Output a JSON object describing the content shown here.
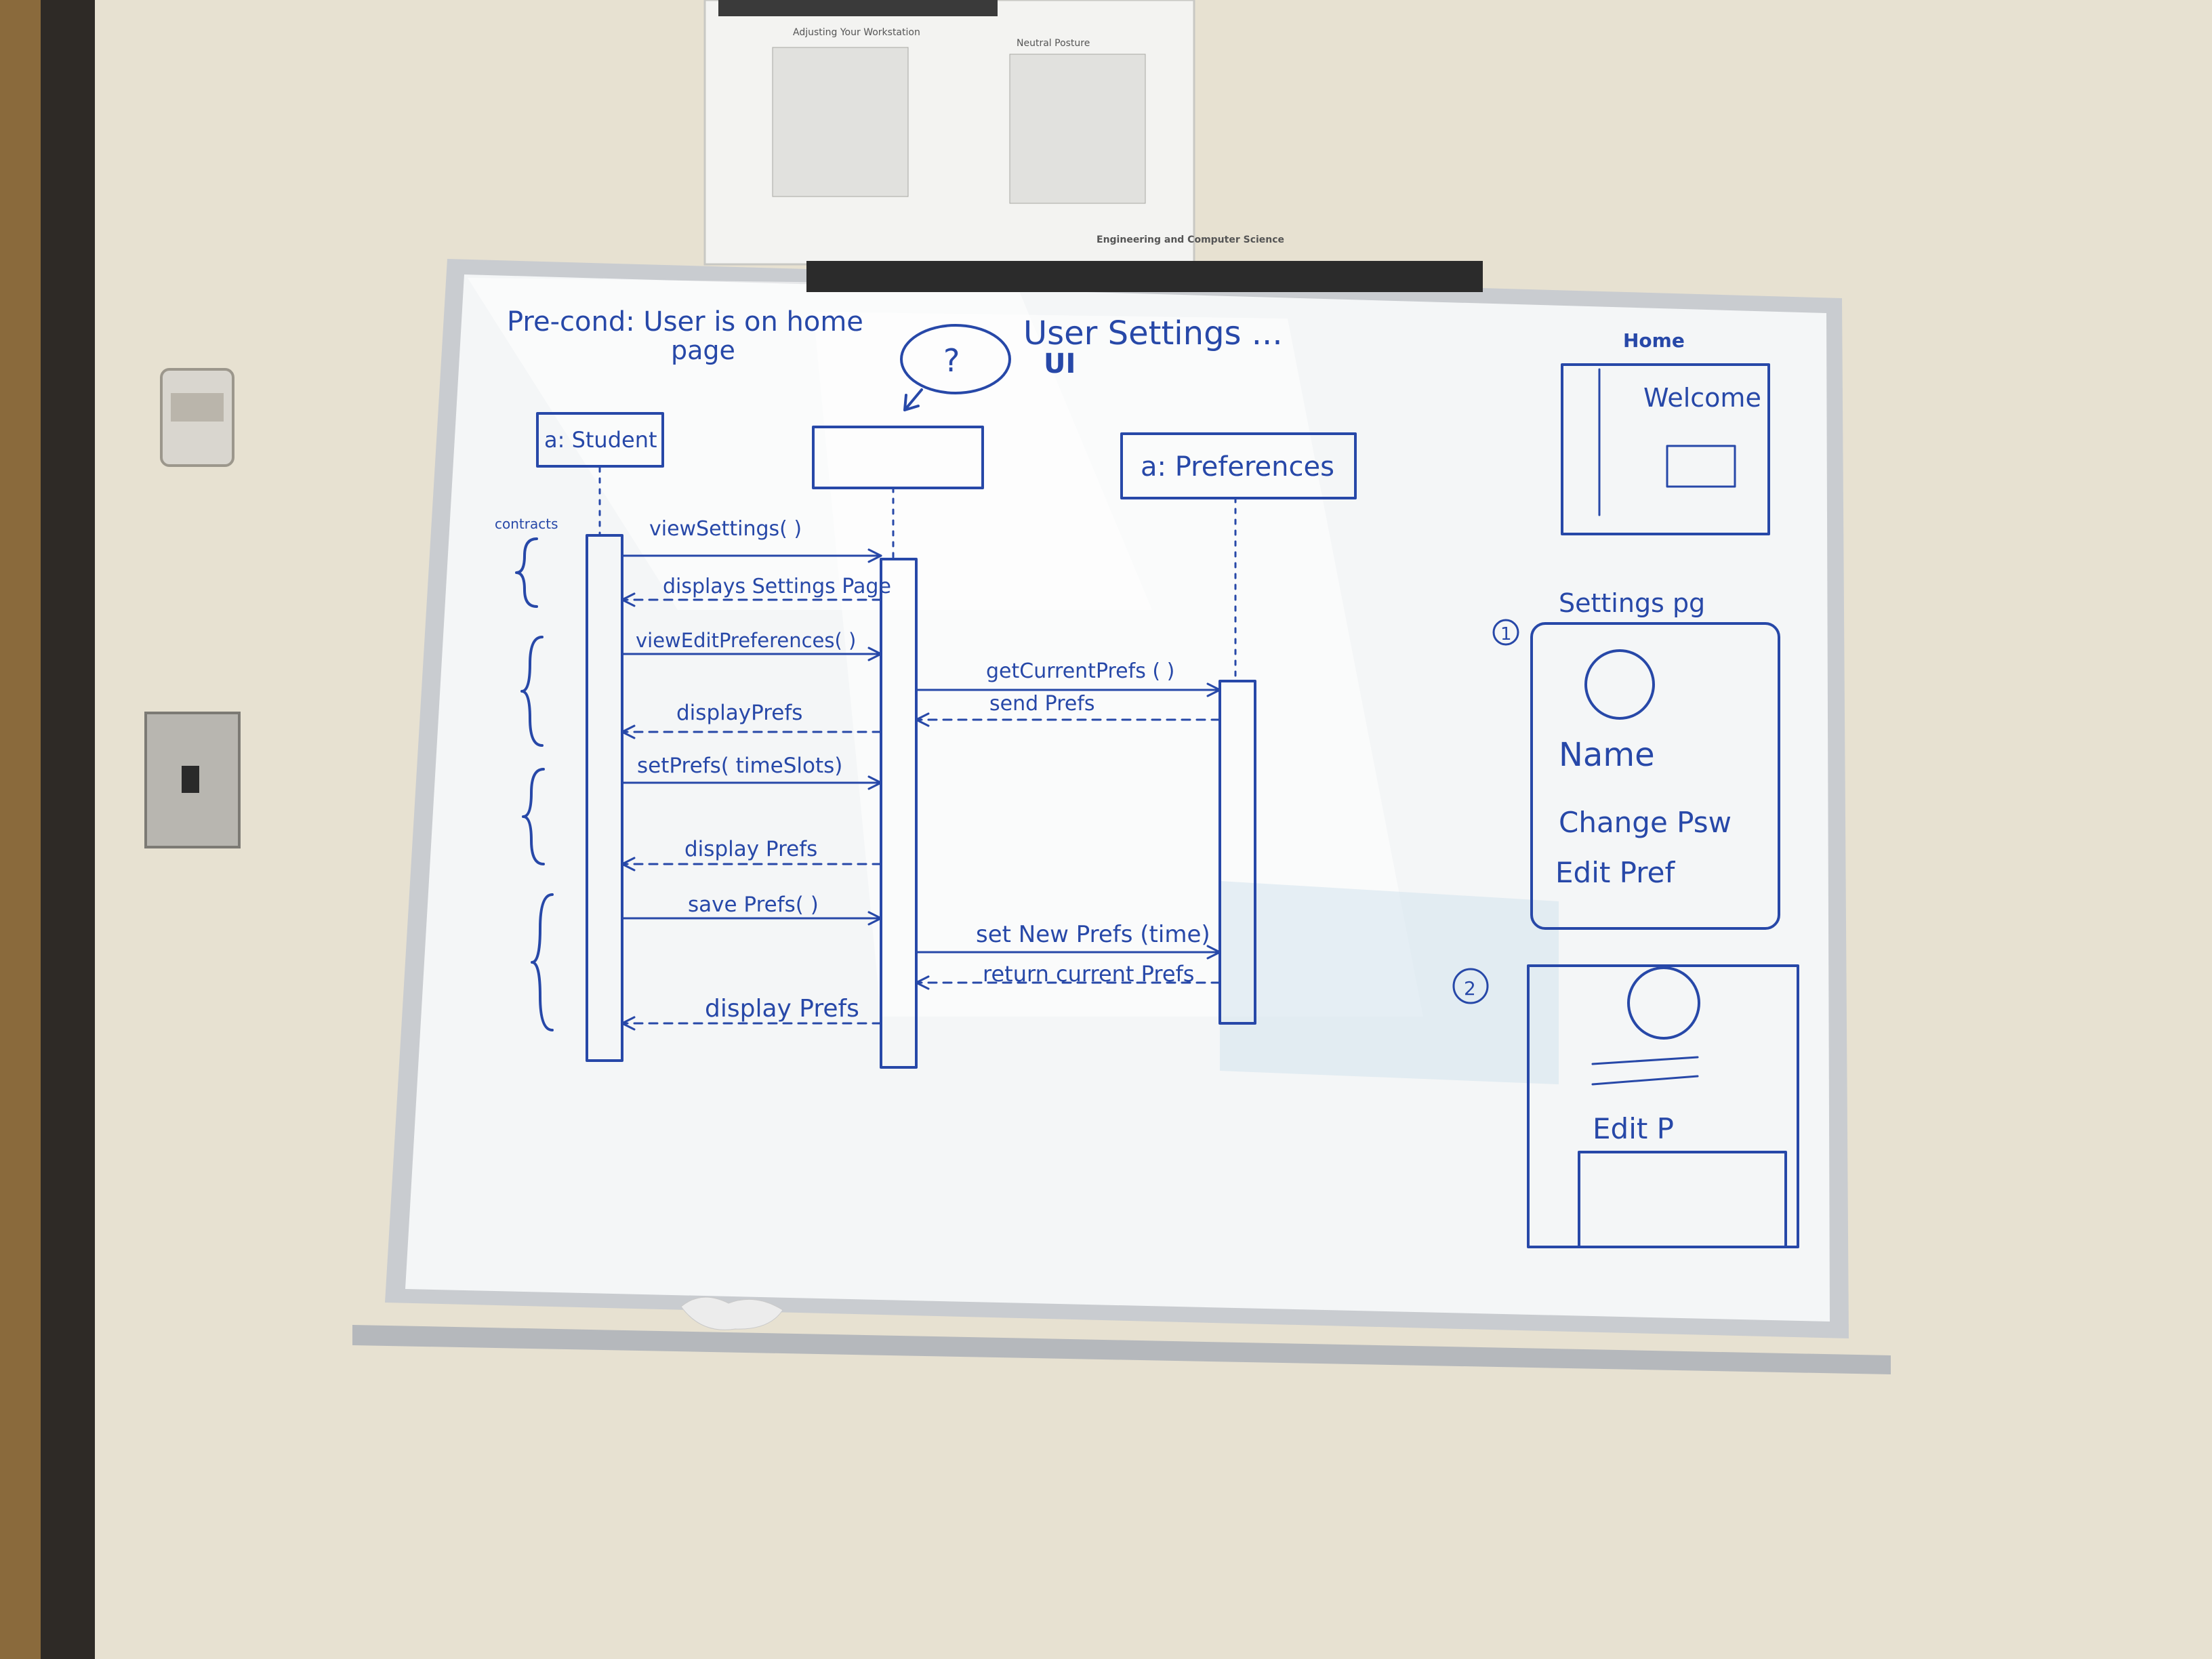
{
  "poster": {
    "left_title": "Adjusting Your Workstation",
    "right_title": "Neutral Posture",
    "footer": "Engineering and Computer Science"
  },
  "board": {
    "precondition_line1": "Pre-cond: User is on home",
    "precondition_line2": "page",
    "question_mark": "?",
    "title_line1": "User Settings ...",
    "title_line2": "UI",
    "contracts_label": "contracts"
  },
  "lifelines": {
    "student": "a: Student",
    "preferences": "a: Preferences"
  },
  "messages": [
    {
      "label": "viewSettings( )",
      "dashed": false
    },
    {
      "label": "displays Settings Page",
      "dashed": true
    },
    {
      "label": "viewEditPreferences( )",
      "dashed": false
    },
    {
      "label": "displayPrefs",
      "dashed": true
    },
    {
      "label": "setPrefs( timeSlots)",
      "dashed": false
    },
    {
      "label": "display Prefs",
      "dashed": true
    },
    {
      "label": "save Prefs( )",
      "dashed": false
    },
    {
      "label": "display Prefs",
      "dashed": true
    },
    {
      "label": "getCurrentPrefs ( )",
      "dashed": false
    },
    {
      "label": "send Prefs",
      "dashed": true
    },
    {
      "label": "set New Prefs (time)",
      "dashed": false
    },
    {
      "label": "return current Prefs",
      "dashed": true
    }
  ],
  "sketches": {
    "home_label": "Home",
    "welcome": "Welcome",
    "settings_label": "Settings pg",
    "settings_number": "1",
    "name": "Name",
    "change_password": "Change Psw",
    "edit_pref": "Edit Pref",
    "second_number": "2",
    "edit_p": "Edit P"
  }
}
